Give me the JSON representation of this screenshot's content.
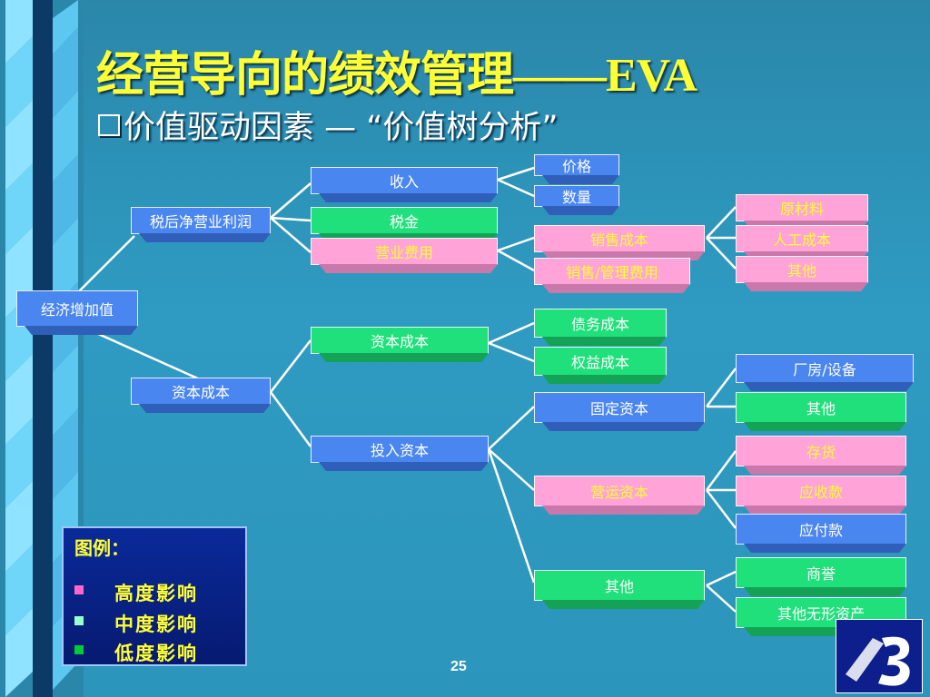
{
  "title": "经营导向的绩效管理",
  "title_suffix": "——EVA",
  "subtitle": "价值驱动因素 — “价值树分析”",
  "nodes": {
    "eva": "经济增加值",
    "nopat": "税后净营业利润",
    "capital_cost": "资本成本",
    "revenue": "收入",
    "tax": "税金",
    "opex": "营业费用",
    "price": "价格",
    "quantity": "数量",
    "cogs": "销售成本",
    "sga": "销售/管理费用",
    "materials": "原材料",
    "labor": "人工成本",
    "other_cost": "其他",
    "cost_of_capital": "资本成本",
    "invested_capital": "投入资本",
    "debt_cost": "债务成本",
    "equity_cost": "权益成本",
    "fixed_assets": "固定资本",
    "working_capital": "营运资本",
    "other_assets": "其他",
    "plant": "厂房/设备",
    "fixed_other": "其他",
    "inventory": "存货",
    "receivables": "应收款",
    "payables": "应付款",
    "goodwill": "商誉",
    "intangibles": "其他无形资产"
  },
  "legend": {
    "title": "图例：",
    "items": [
      {
        "label": "高度影响",
        "color": "#ff66cc"
      },
      {
        "label": "中度影响",
        "color": "#99ffcc"
      },
      {
        "label": "低度影响",
        "color": "#00cc33"
      }
    ]
  },
  "page_number": "25",
  "colors": {
    "high": "#ffa3d8",
    "medium": "#4a86f0",
    "low": "#1fe07a",
    "title": "#ffff33"
  }
}
